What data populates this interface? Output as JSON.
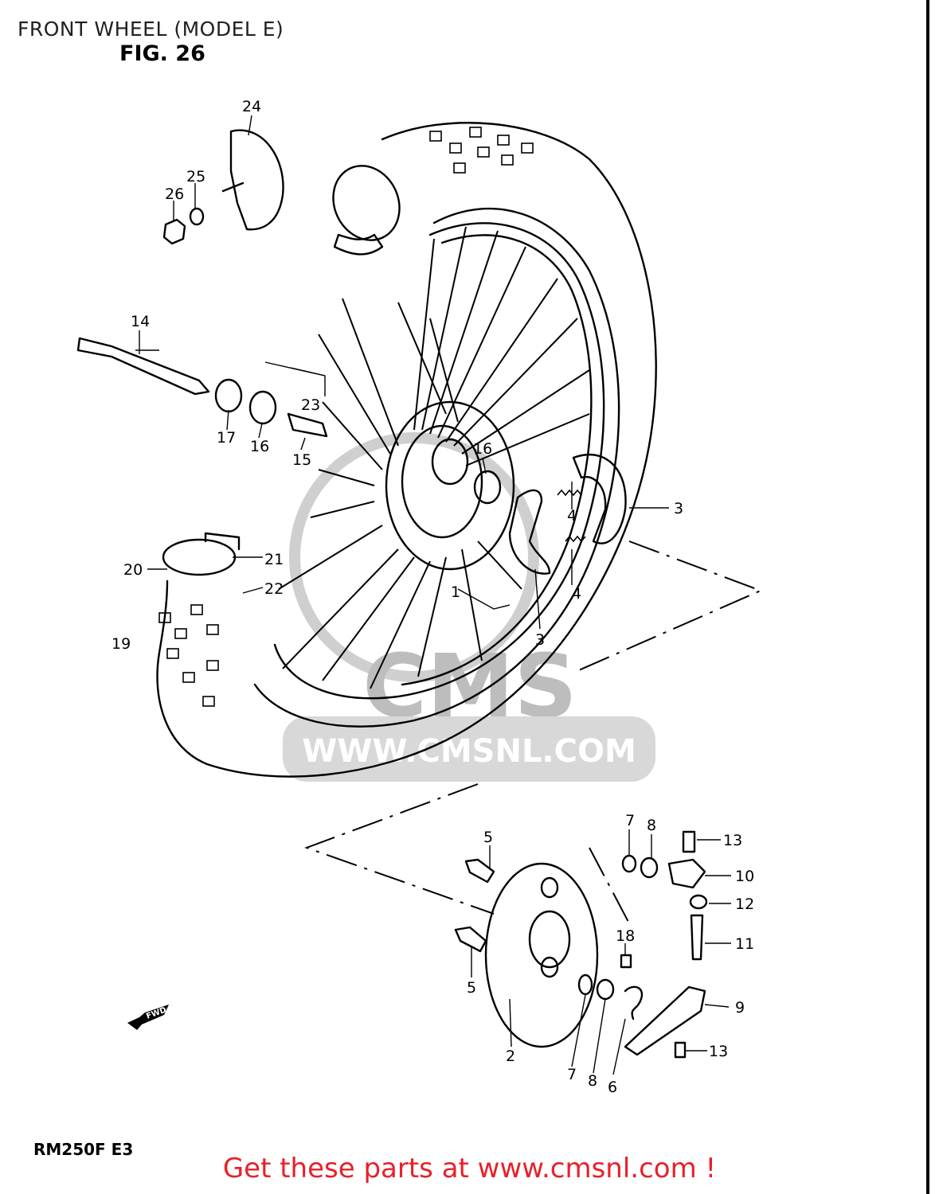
{
  "header": {
    "title": "FRONT WHEEL (MODEL E)",
    "figure": "FIG. 26"
  },
  "footer": {
    "model_code": "RM250F E3",
    "cta": "Get these parts at www.cmsnl.com !"
  },
  "watermark": {
    "brand": "CMS",
    "url": "WWW.CMSNL.COM"
  },
  "direction_arrow": "FWD",
  "callouts": {
    "c1": "1",
    "c2": "2",
    "c3a": "3",
    "c3b": "3",
    "c4a": "4",
    "c4b": "4",
    "c5a": "5",
    "c5b": "5",
    "c6": "6",
    "c7a": "7",
    "c7b": "7",
    "c8a": "8",
    "c8b": "8",
    "c9": "9",
    "c10": "10",
    "c11": "11",
    "c12": "12",
    "c13a": "13",
    "c13b": "13",
    "c14": "14",
    "c15": "15",
    "c16a": "16",
    "c16b": "16",
    "c17": "17",
    "c18": "18",
    "c19": "19",
    "c20": "20",
    "c21": "21",
    "c22": "22",
    "c23": "23",
    "c24": "24",
    "c25": "25",
    "c26": "26"
  },
  "colors": {
    "cta": "#e8202a",
    "watermark": "#bdbdbd"
  }
}
